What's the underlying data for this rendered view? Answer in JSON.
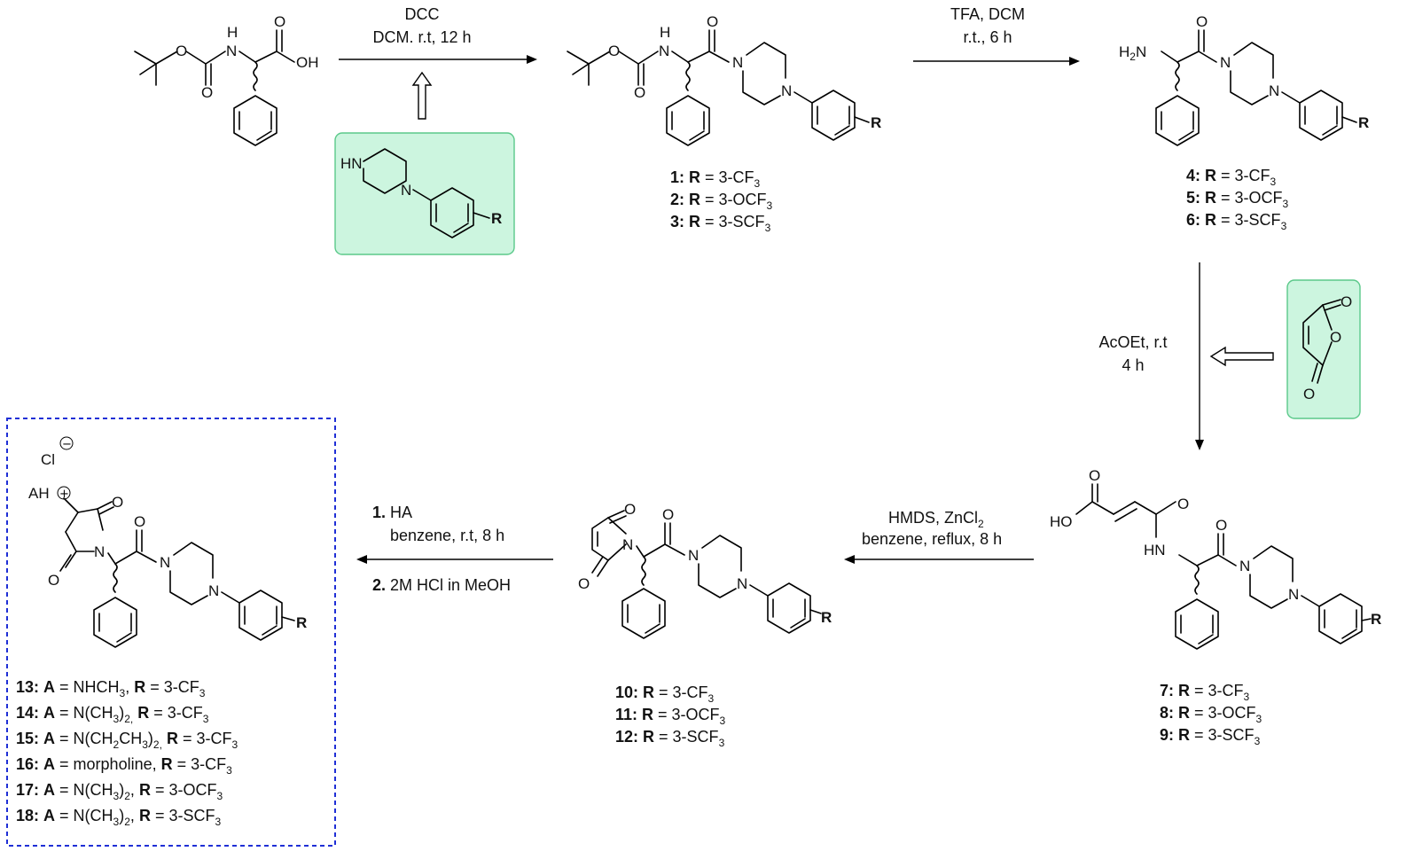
{
  "atoms": {
    "nh": "N",
    "h": "H",
    "o": "O",
    "oh": "OH",
    "n": "N",
    "r": "R",
    "hn": "HN",
    "h2n": "H2N",
    "ho": "HO",
    "ah": "AH",
    "cl": "Cl",
    "plus": "+",
    "minus": "−"
  },
  "conditions": {
    "step1_line1": "DCC",
    "step1_line2": "DCM. r.t, 12 h",
    "step2_line1": "TFA, DCM",
    "step2_line2": "r.t., 6 h",
    "step3_line1": "AcOEt, r.t",
    "step3_line2": "4 h",
    "step4_line1": "HMDS, ZnCl",
    "step4_sub": "2",
    "step4_line2": "benzene, reflux, 8 h",
    "step5_n1": "1.",
    "step5_line1": " HA",
    "step5_line1b": "benzene, r.t, 8 h",
    "step5_n2": "2.",
    "step5_line2": " 2M HCl in MeOH"
  },
  "compounds": {
    "group1": [
      {
        "num": "1:",
        "r": "R",
        "eq": " = 3-CF",
        "sub": "3"
      },
      {
        "num": "2:",
        "r": "R",
        "eq": " = 3-OCF",
        "sub": "3"
      },
      {
        "num": "3:",
        "r": "R",
        "eq": " = 3-SCF",
        "sub": "3"
      }
    ],
    "group2": [
      {
        "num": "4:",
        "r": "R",
        "eq": " = 3-CF",
        "sub": "3"
      },
      {
        "num": "5:",
        "r": "R",
        "eq": " = 3-OCF",
        "sub": "3"
      },
      {
        "num": "6:",
        "r": "R",
        "eq": " = 3-SCF",
        "sub": "3"
      }
    ],
    "group3": [
      {
        "num": "7:",
        "r": "R",
        "eq": " = 3-CF",
        "sub": "3"
      },
      {
        "num": "8:",
        "r": "R",
        "eq": " = 3-OCF",
        "sub": "3"
      },
      {
        "num": "9:",
        "r": "R",
        "eq": " = 3-SCF",
        "sub": "3"
      }
    ],
    "group4": [
      {
        "num": "10",
        "r": "R",
        "eq": " = 3-CF",
        "sub": "3"
      },
      {
        "num": "11",
        "r": "R",
        "eq": " = 3-OCF",
        "sub": "3"
      },
      {
        "num": "12",
        "r": "R",
        "eq": " = 3-SCF",
        "sub": "3"
      }
    ],
    "group5": [
      {
        "num": "13:",
        "a": "A",
        "aval": " = NHCH",
        "asub": "3",
        "sep": ", ",
        "r": "R",
        "eq": " = 3-CF",
        "sub": "3"
      },
      {
        "num": "14:",
        "a": "A",
        "aval": " = N(CH",
        "asub": "3",
        "aclose": ")",
        "asub2": "2,",
        "sep": " ",
        "r": "R",
        "eq": " = 3-CF",
        "sub": "3"
      },
      {
        "num": "15:",
        "a": "A",
        "aval": " = N(CH",
        "asub": "2",
        "amid": "CH",
        "asub3": "3",
        "aclose": ")",
        "asub2": "2,",
        "sep": " ",
        "r": "R",
        "eq": " = 3-CF",
        "sub": "3"
      },
      {
        "num": "16:",
        "a": "A",
        "aval": " = morpholine, ",
        "r": "R",
        "eq": " = 3-CF",
        "sub": "3"
      },
      {
        "num": "17:",
        "a": "A",
        "aval": " = N(CH",
        "asub": "3",
        "aclose": ")",
        "asub2": "2",
        "sep": ", ",
        "r": "R",
        "eq": " = 3-OCF",
        "sub": "3"
      },
      {
        "num": "18:",
        "a": "A",
        "aval": " = N(CH",
        "asub": "3",
        "aclose": ")",
        "asub2": "2",
        "sep": ", ",
        "r": "R",
        "eq": " = 3-SCF",
        "sub": "3"
      }
    ]
  },
  "colors": {
    "reagent_box_fill": "#ccf5df",
    "reagent_box_stroke": "#5bc98a",
    "product_box_stroke": "#1f2fd6"
  }
}
